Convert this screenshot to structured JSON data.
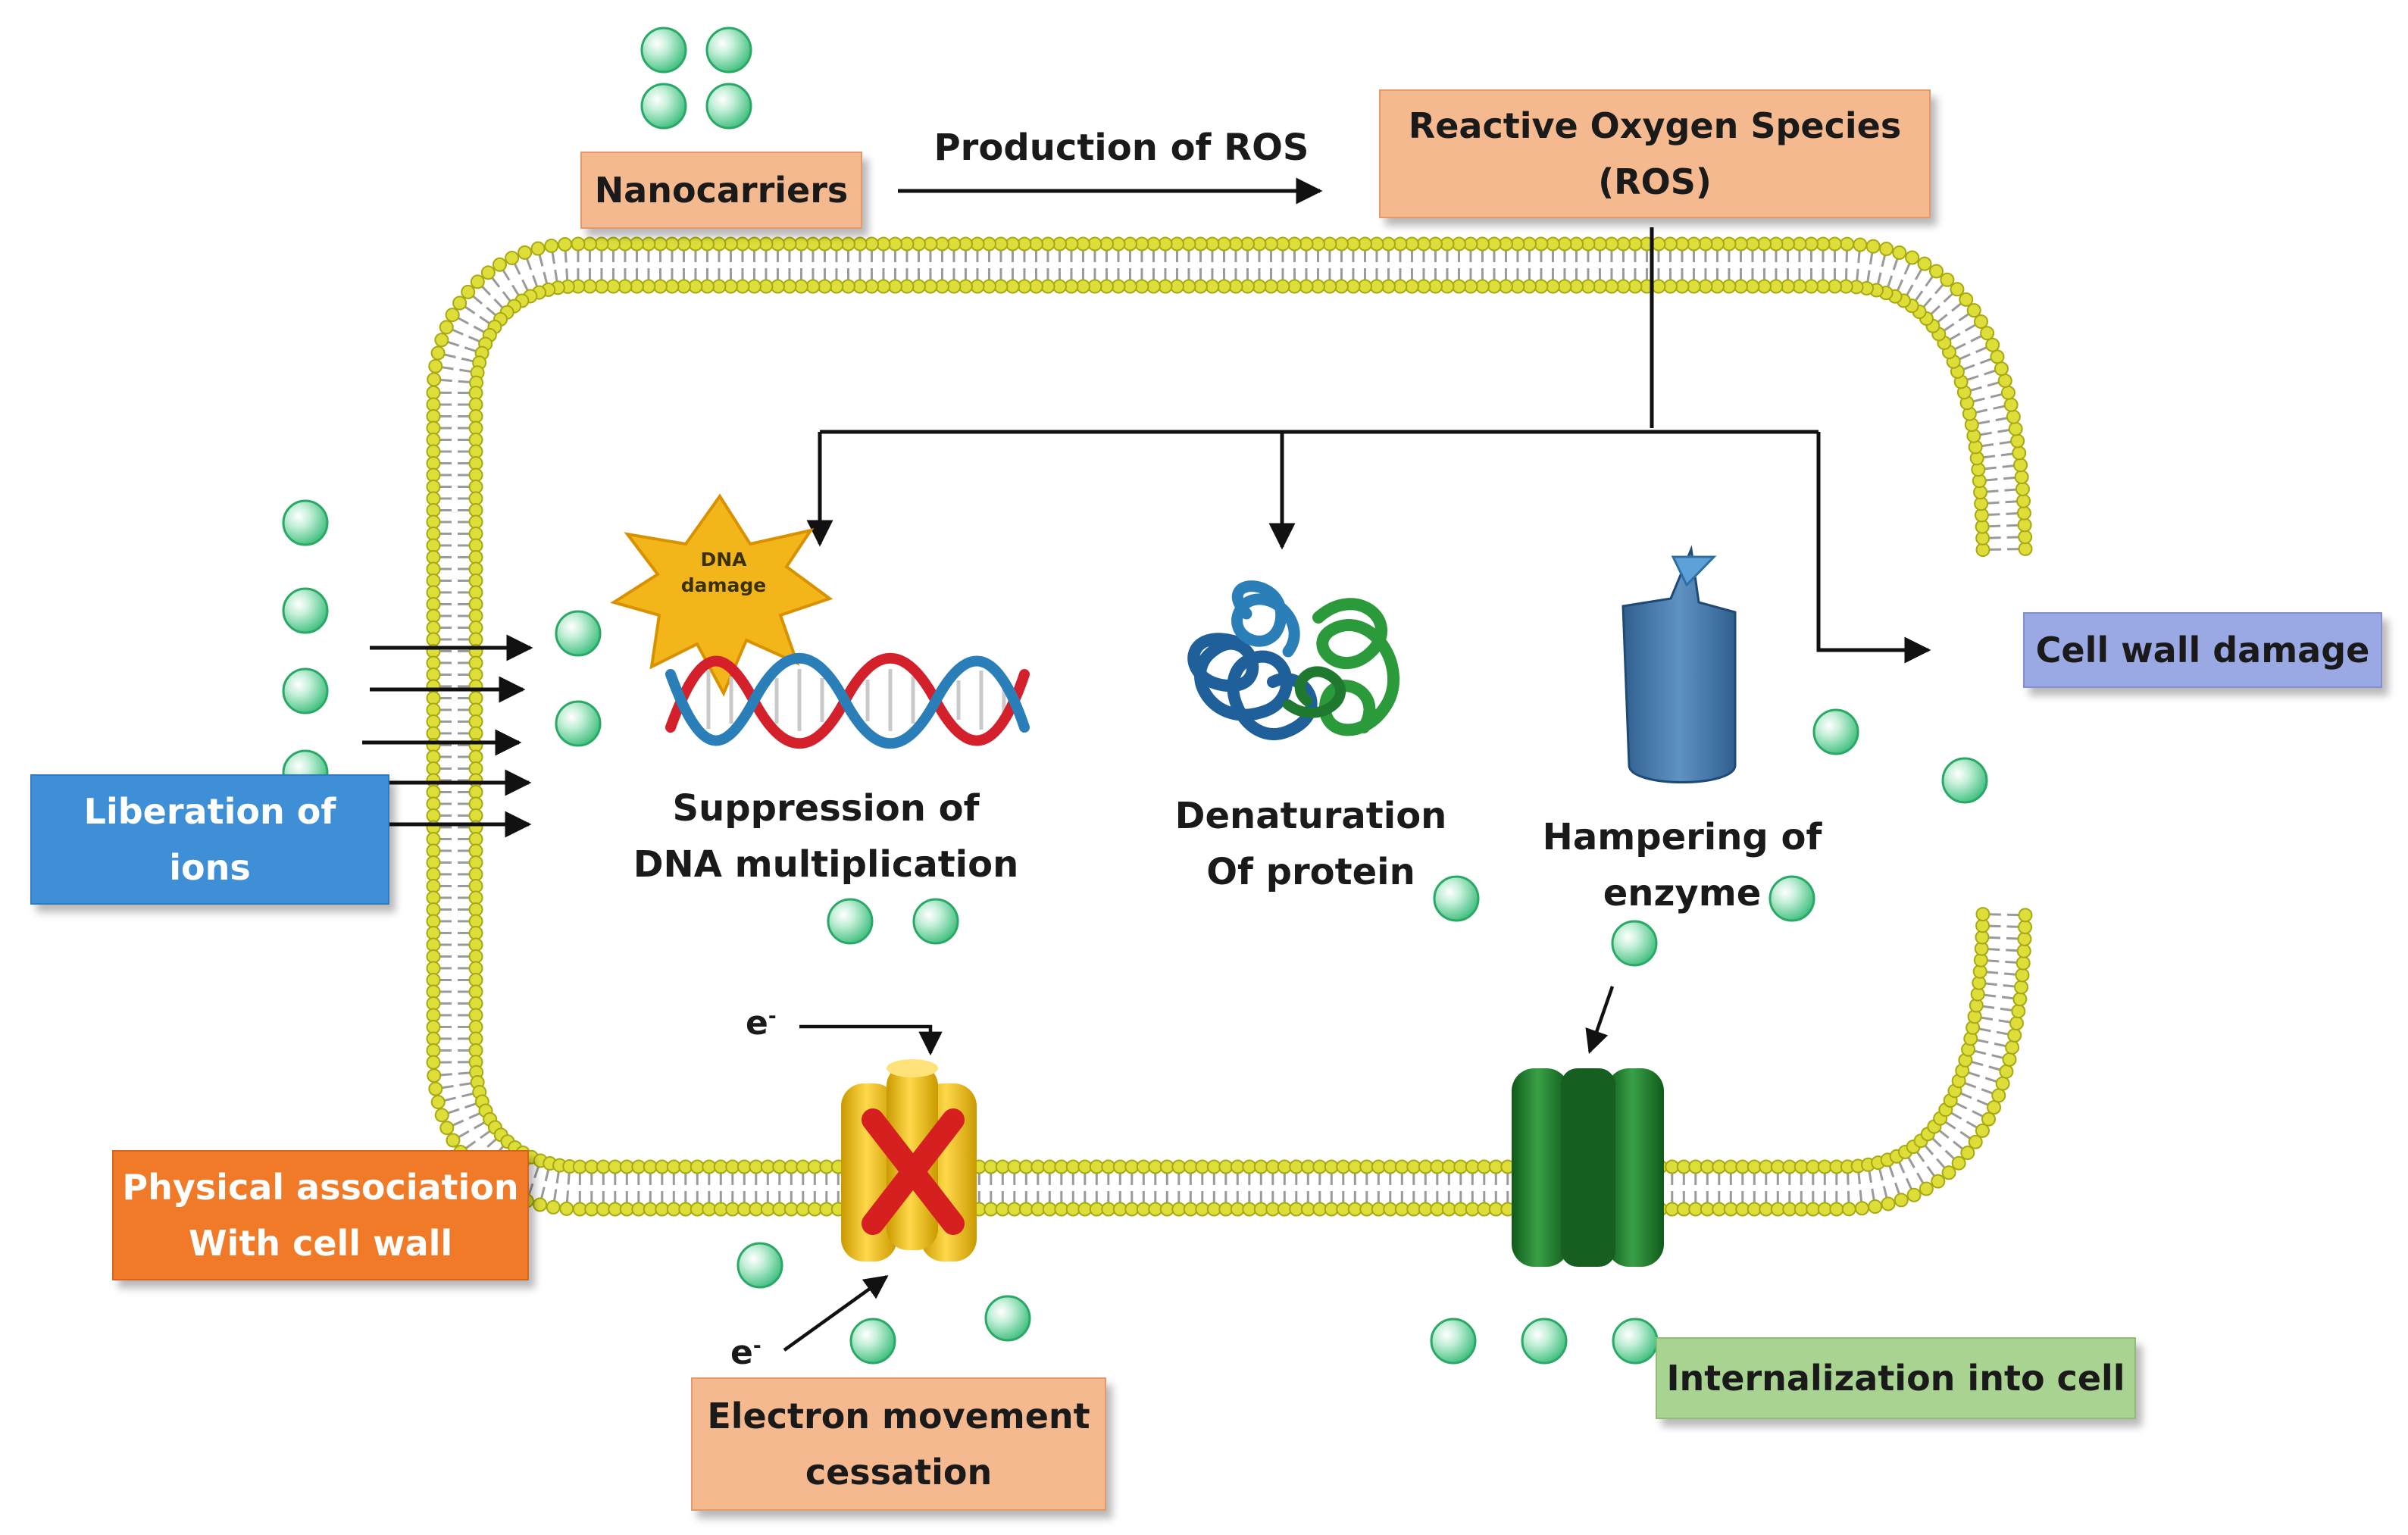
{
  "labels": {
    "nanocarriers": "Nanocarriers",
    "production_of_ros": "Production of ROS",
    "ros_line1": "Reactive Oxygen Species",
    "ros_line2": "(ROS)",
    "cell_wall_damage": "Cell wall damage",
    "liberation_line1": "Liberation of",
    "liberation_line2": "ions",
    "dna_damage_line1": "DNA",
    "dna_damage_line2": "damage",
    "suppression_line1": "Suppression of",
    "suppression_line2": "DNA multiplication",
    "denaturation_line1": "Denaturation",
    "denaturation_line2": "Of protein",
    "hampering_line1": "Hampering of",
    "hampering_line2": "enzyme",
    "physical_line1": "Physical association",
    "physical_line2": "With cell wall",
    "electron_line1": "Electron movement",
    "electron_line2": "cessation",
    "internalization": "Internalization into cell",
    "electron_symbol": "e",
    "electron_charge": "-"
  },
  "colors": {
    "salmon_box": "#f5b98f",
    "salmon_border": "#e39a68",
    "blue_box": "#3f8fd6",
    "lavender_box": "#9aa9e4",
    "orange_box": "#f07a27",
    "green_box": "#a8d390",
    "membrane_head": "#dede3a",
    "nanoparticle": "#5fd39a",
    "dna_red": "#d4202a",
    "dna_blue": "#2a7fb8",
    "protein_blue": "#1f6fb0",
    "protein_green": "#2a9a3a",
    "enzyme_blue": "#4a7fb0",
    "channel_yellow": "#f4c20d",
    "channel_green": "#1f7a2a",
    "block_red": "#d61f1f"
  },
  "icons": [
    "nanoparticle-icon",
    "dna-damage-burst-icon",
    "dna-helix-icon",
    "protein-icon",
    "enzyme-icon",
    "blocked-channel-icon",
    "ion-channel-icon"
  ]
}
